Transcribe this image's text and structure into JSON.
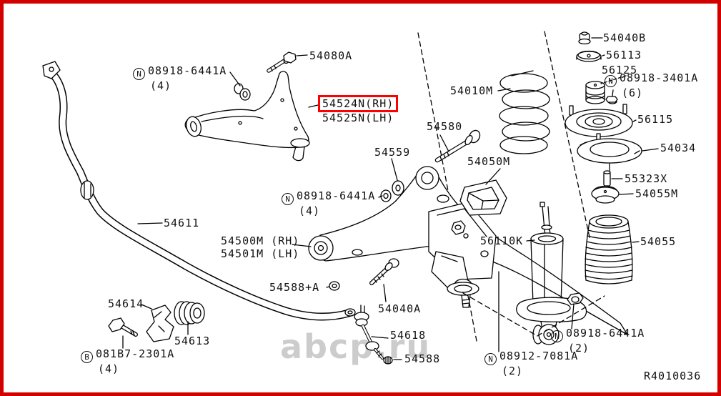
{
  "page": {
    "background": "#ffffff",
    "border_color": "#d40000",
    "line_color": "#000000",
    "diagram_ref": "R4010036",
    "watermark_text": "abcp.ru",
    "watermark_color": "#cccccc"
  },
  "highlight": {
    "box_color": "#ff0000",
    "part_rh": "54524N(RH)",
    "part_lh": "54525N(LH)"
  },
  "labels": {
    "l54080A": {
      "text": "54080A"
    },
    "n08918_6441A_top": {
      "prefix": "N",
      "text": "08918-6441A",
      "qty": "(4)"
    },
    "l54010M": {
      "text": "54010M"
    },
    "l54040B": {
      "text": "54040B"
    },
    "l56113": {
      "text": "56113"
    },
    "l56125": {
      "text": "56125"
    },
    "n08918_3401A": {
      "prefix": "N",
      "text": "08918-3401A",
      "qty": "(6)"
    },
    "l56115": {
      "text": "56115"
    },
    "l54034": {
      "text": "54034"
    },
    "l55323X": {
      "text": "55323X"
    },
    "l54055M": {
      "text": "54055M"
    },
    "l54055": {
      "text": "54055"
    },
    "l54580": {
      "text": "54580"
    },
    "l54559": {
      "text": "54559"
    },
    "l54050M": {
      "text": "54050M"
    },
    "n08918_6441A_mid": {
      "prefix": "N",
      "text": "08918-6441A",
      "qty": "(4)"
    },
    "l54611": {
      "text": "54611"
    },
    "l54500M": {
      "text": "54500M (RH)"
    },
    "l54501M": {
      "text": "54501M (LH)"
    },
    "l56110K": {
      "text": "56110K"
    },
    "l54588A": {
      "text": "54588+A"
    },
    "l54614": {
      "text": "54614"
    },
    "l54613": {
      "text": "54613"
    },
    "b081B7_2301A": {
      "prefix": "B",
      "text": "081B7-2301A",
      "qty": "(4)"
    },
    "l54040A": {
      "text": "54040A"
    },
    "l54618": {
      "text": "54618"
    },
    "l54588": {
      "text": "54588"
    },
    "n08918_6441A_bot": {
      "prefix": "N",
      "text": "08918-6441A",
      "qty": "(2)"
    },
    "n08912_7081A": {
      "prefix": "N",
      "text": "08912-7081A",
      "qty": "(2)"
    }
  }
}
